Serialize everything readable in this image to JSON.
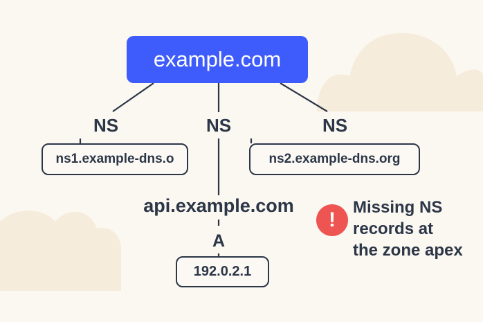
{
  "root": {
    "label": "example.com",
    "color": "#3e5cfb"
  },
  "ns_records": [
    {
      "type": "NS",
      "target": "ns1.example-dns.o"
    },
    {
      "type": "NS"
    },
    {
      "type": "NS",
      "target": "ns2.example-dns.org"
    }
  ],
  "subdomain": {
    "label": "api.example.com",
    "record_type": "A",
    "value": "192.0.2.1"
  },
  "warning": {
    "icon": "exclamation-icon",
    "glyph": "!",
    "lines": [
      "Missing NS",
      "records at",
      "the zone apex"
    ],
    "color": "#ee5552"
  }
}
